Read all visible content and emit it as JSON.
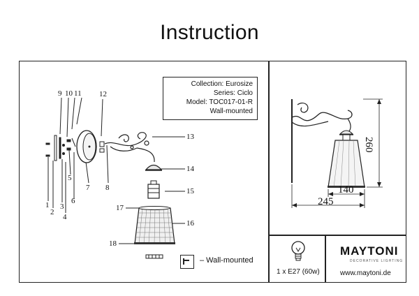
{
  "title": "Instruction",
  "info": {
    "collection": "Collection: Eurosize",
    "series": "Series: Ciclo",
    "model": "Model: TOC017-01-R",
    "mount": "Wall-mounted"
  },
  "part_labels": [
    "1",
    "2",
    "3",
    "4",
    "5",
    "6",
    "7",
    "8",
    "9",
    "10",
    "11",
    "12",
    "13",
    "14",
    "15",
    "16",
    "17",
    "18"
  ],
  "dimensions": {
    "height": "260",
    "width_shade": "140",
    "depth": "245"
  },
  "legend": {
    "wall_mounted": "– Wall-mounted"
  },
  "bulb": {
    "text": "1 x E27 (60w)"
  },
  "brand": {
    "name": "MAYTONI",
    "subtitle": "DECORATIVE LIGHTING",
    "url": "www.maytoni.de"
  }
}
